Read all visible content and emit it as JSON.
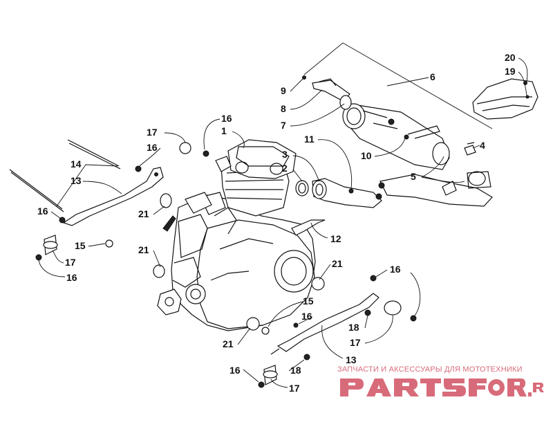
{
  "callouts": [
    {
      "id": "c1",
      "label": "1"
    },
    {
      "id": "c2",
      "label": "2"
    },
    {
      "id": "c3",
      "label": "3"
    },
    {
      "id": "c4",
      "label": "4"
    },
    {
      "id": "c5",
      "label": "5"
    },
    {
      "id": "c6",
      "label": "6"
    },
    {
      "id": "c7",
      "label": "7"
    },
    {
      "id": "c8",
      "label": "8"
    },
    {
      "id": "c9",
      "label": "9"
    },
    {
      "id": "c10",
      "label": "10"
    },
    {
      "id": "c11",
      "label": "11"
    },
    {
      "id": "c12",
      "label": "12"
    },
    {
      "id": "c13a",
      "label": "13"
    },
    {
      "id": "c13b",
      "label": "13"
    },
    {
      "id": "c14",
      "label": "14"
    },
    {
      "id": "c15a",
      "label": "15"
    },
    {
      "id": "c15b",
      "label": "15"
    },
    {
      "id": "c16a",
      "label": "16"
    },
    {
      "id": "c16b",
      "label": "16"
    },
    {
      "id": "c16c",
      "label": "16"
    },
    {
      "id": "c16d",
      "label": "16"
    },
    {
      "id": "c16e",
      "label": "16"
    },
    {
      "id": "c16f",
      "label": "16"
    },
    {
      "id": "c16g",
      "label": "16"
    },
    {
      "id": "c17a",
      "label": "17"
    },
    {
      "id": "c17b",
      "label": "17"
    },
    {
      "id": "c17c",
      "label": "17"
    },
    {
      "id": "c17d",
      "label": "17"
    },
    {
      "id": "c18a",
      "label": "18"
    },
    {
      "id": "c18b",
      "label": "18"
    },
    {
      "id": "c19",
      "label": "19"
    },
    {
      "id": "c20",
      "label": "20"
    },
    {
      "id": "c21a",
      "label": "21"
    },
    {
      "id": "c21b",
      "label": "21"
    },
    {
      "id": "c21c",
      "label": "21"
    },
    {
      "id": "c21d",
      "label": "21"
    }
  ],
  "watermark": {
    "caption": "ЗАПЧАСТИ И АКСЕССУАРЫ ДЛЯ МОТОТЕХНИКИ",
    "logo_text": "PARTSFOR.RU",
    "color": "#d86b7a"
  }
}
